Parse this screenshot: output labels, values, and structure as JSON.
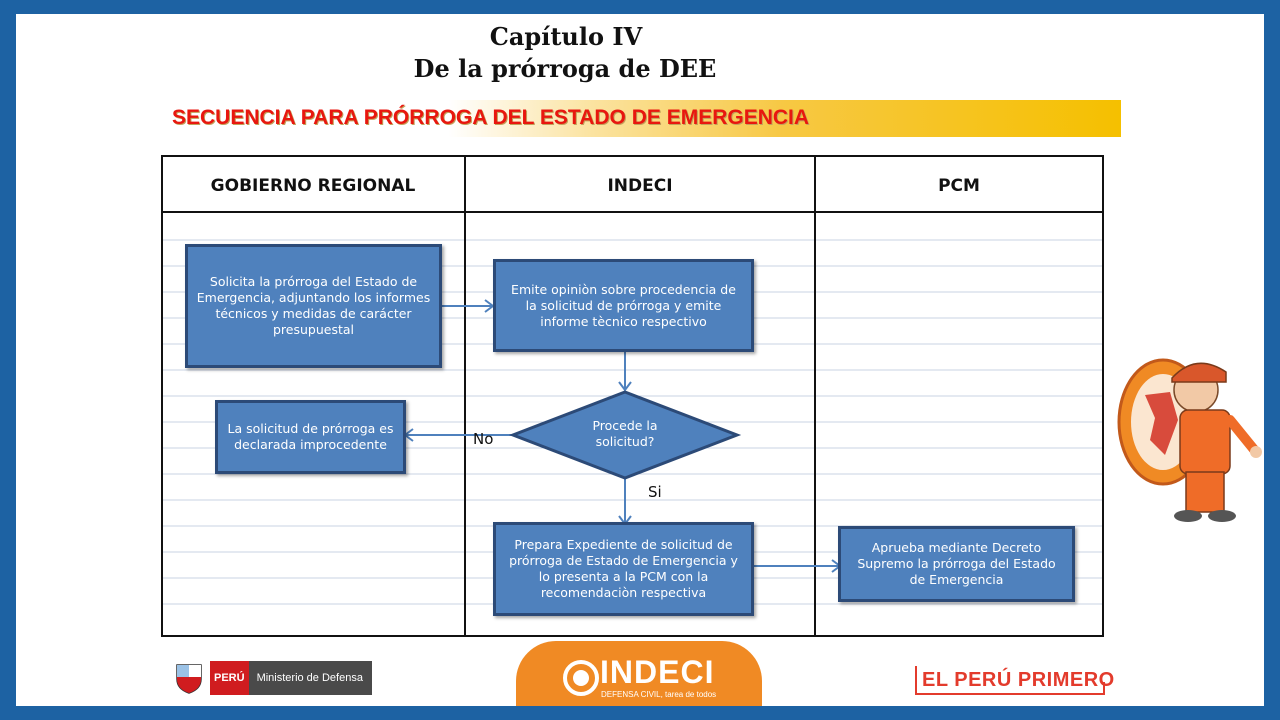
{
  "header": {
    "title_line1": "Capítulo IV",
    "title_line2": "De la prórroga de DEE",
    "banner": "SECUENCIA PARA  PRÓRROGA DEL ESTADO DE EMERGENCIA"
  },
  "lanes": [
    "GOBIERNO REGIONAL",
    "INDECI",
    "PCM"
  ],
  "nodes": {
    "solicita": "Solicita la prórroga del  Estado de Emergencia,  adjuntando los informes técnicos y medidas de carácter presupuestal",
    "emite": "Emite opiniòn sobre procedencia de la solicitud de prórroga y emite informe tècnico respectivo",
    "procede": "Procede la solicitud?",
    "improcedente": "La solicitud de prórroga es declarada improcedente",
    "prepara": "Prepara Expediente de solicitud de prórroga  de Estado de Emergencia y lo presenta  a la PCM con la recomendaciòn respectiva",
    "aprueba": "Aprueba mediante Decreto Supremo la prórroga del Estado de Emergencia"
  },
  "edges": {
    "no_label": "No",
    "si_label": "Si"
  },
  "footer": {
    "peru_label": "PERÚ",
    "ministry_label": "Ministerio de Defensa",
    "indeci_name": "INDECI",
    "indeci_tagline": "DEFENSA CIVIL, tarea de todos",
    "slogan": "EL PERÚ PRIMERO"
  },
  "colors": {
    "box_fill": "#4f81bd",
    "box_border": "#2c4a77",
    "banner_text": "#e8170f",
    "frame_blue": "#1d62a3",
    "indeci_orange": "#f08a24"
  }
}
